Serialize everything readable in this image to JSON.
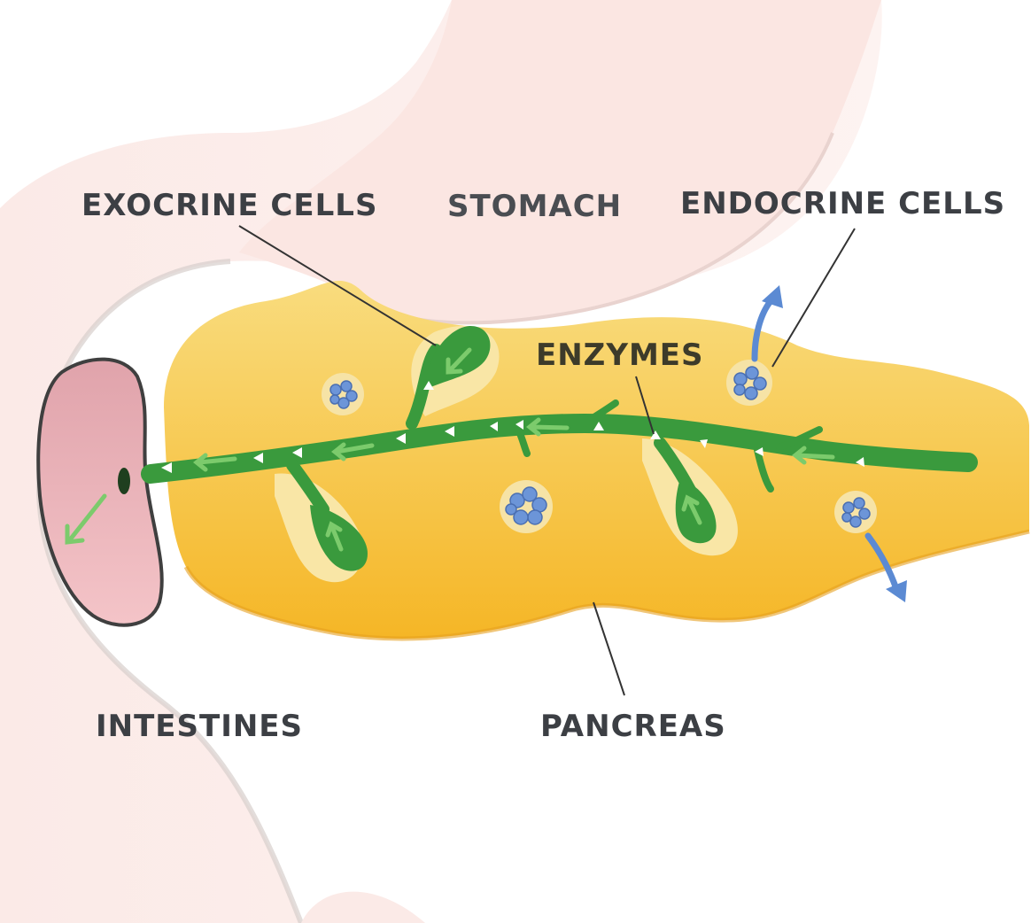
{
  "labels": {
    "exocrine_cells": "EXOCRINE CELLS",
    "stomach": "STOMACH",
    "endocrine_cells": "ENDOCRINE CELLS",
    "enzymes": "ENZYMES",
    "intestines": "INTESTINES",
    "pancreas": "PANCREAS"
  },
  "colors": {
    "intestine_tube": "#fbe9e6",
    "stomach": "#fbe8e4",
    "pancreas_top": "#f9d776",
    "pancreas_bottom": "#f6b92c",
    "duct": "#3c9a3e",
    "duct_arrow": "#7cc46c",
    "islet": "#6c95d8",
    "hormone_arrow": "#5b8ad3",
    "intestine_opening": "#eab0b6",
    "leader_line": "#333333"
  },
  "icons": [
    "flow-arrow-icon",
    "hormone-arrow-icon",
    "islet-cell-icon",
    "triangle-marker-icon"
  ]
}
